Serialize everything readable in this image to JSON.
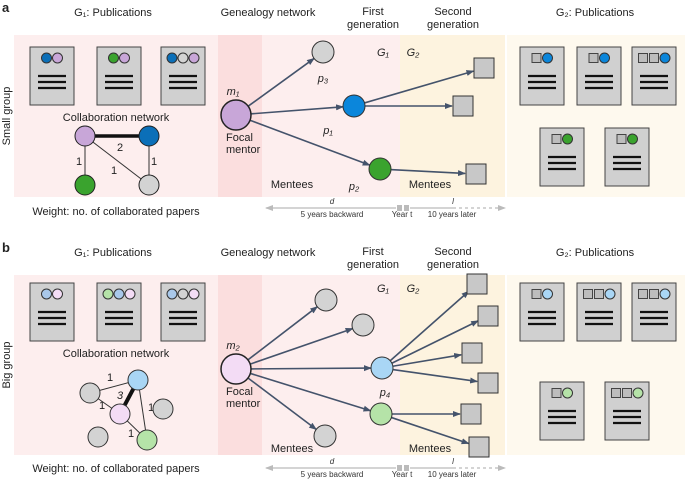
{
  "colors": {
    "pink_bg": "#fdeeee",
    "mentor_band": "#fbdede",
    "yellow_bg": "#fdf3df",
    "cream_bg": "#fef9ee",
    "edge": "#44536b",
    "doc_fill": "#d0d0d0",
    "gray_node": "#d3d3d3"
  },
  "panels": [
    {
      "id": "a",
      "label": "a",
      "group_label": "Small group",
      "g1_title": "G₁: Publications",
      "g2_title": "G₂: Publications",
      "genealogy_title": "Genealogy network",
      "first_gen": [
        "First",
        "generation"
      ],
      "second_gen": [
        "Second",
        "generation"
      ],
      "collab_title": "Collaboration network",
      "weight_caption": "Weight: no. of collaborated papers",
      "mentor_label": "m₁",
      "mentor_caption": [
        "Focal",
        "mentor"
      ],
      "mentor_color": "#c8a6d8",
      "g1_label": "G₁",
      "g2_label": "G₂",
      "mentees_left": "Mentees",
      "mentees_right": "Mentees",
      "g1_docs": [
        [
          "#0b6fb8",
          "#c8a6d8"
        ],
        [
          "#3aa32e",
          "#c8a6d8"
        ],
        [
          "#0b6fb8",
          "#d3d3d3",
          "#c8a6d8"
        ]
      ],
      "g2_docs": [
        [
          "sq",
          "#0b86db"
        ],
        [
          "sq",
          "#0b86db"
        ],
        [
          "sq",
          "sq",
          "#0b86db"
        ],
        [
          "sq",
          "#3aa32e"
        ],
        [
          "sq",
          "#3aa32e"
        ]
      ],
      "collab_edges": [
        {
          "w": "2"
        },
        {
          "w": "1"
        },
        {
          "w": "1"
        },
        {
          "w": "1"
        }
      ],
      "mentees": [
        {
          "label": "p₃",
          "color": "#d3d3d3"
        },
        {
          "label": "p₁",
          "color": "#0b86db"
        },
        {
          "label": "p₂",
          "color": "#3aa32e"
        }
      ]
    },
    {
      "id": "b",
      "label": "b",
      "group_label": "Big group",
      "g1_title": "G₁: Publications",
      "g2_title": "G₂: Publications",
      "genealogy_title": "Genealogy network",
      "first_gen": [
        "First",
        "generation"
      ],
      "second_gen": [
        "Second",
        "generation"
      ],
      "collab_title": "Collaboration network",
      "weight_caption": "Weight: no. of collaborated papers",
      "mentor_label": "m₂",
      "mentor_caption": [
        "Focal",
        "mentor"
      ],
      "mentor_color": "#f3dcf5",
      "g1_label": "G₁",
      "g2_label": "G₂",
      "mentees_left": "Mentees",
      "mentees_right": "Mentees",
      "g1_docs": [
        [
          "#a9c8ea",
          "#f3dcf5"
        ],
        [
          "#b5e3a8",
          "#a9c8ea",
          "#f3dcf5"
        ],
        [
          "#a9c8ea",
          "#d3d3d3",
          "#f3dcf5"
        ]
      ],
      "g2_docs": [
        [
          "sq",
          "#a9d6f5"
        ],
        [
          "sq",
          "sq",
          "#a9d6f5"
        ],
        [
          "sq",
          "sq",
          "#a9d6f5"
        ],
        [
          "sq",
          "#b5e3a8"
        ],
        [
          "sq",
          "sq",
          "#b5e3a8"
        ]
      ],
      "collab_edges": [
        {
          "w": "1"
        },
        {
          "w": "3"
        },
        {
          "w": "1"
        },
        {
          "w": "1"
        },
        {
          "w": "1"
        }
      ],
      "mentees": [
        {
          "label": "",
          "color": "#d3d3d3"
        },
        {
          "label": "",
          "color": "#d3d3d3"
        },
        {
          "label": "",
          "color": "#a9d6f5"
        },
        {
          "label": "p₄",
          "color": "#b5e3a8"
        },
        {
          "label": "",
          "color": "#d3d3d3"
        }
      ]
    }
  ],
  "timeline": {
    "d_label": "d",
    "l_label": "l",
    "backward": "5 years backward",
    "year": "Year t",
    "later": "10 years later"
  }
}
